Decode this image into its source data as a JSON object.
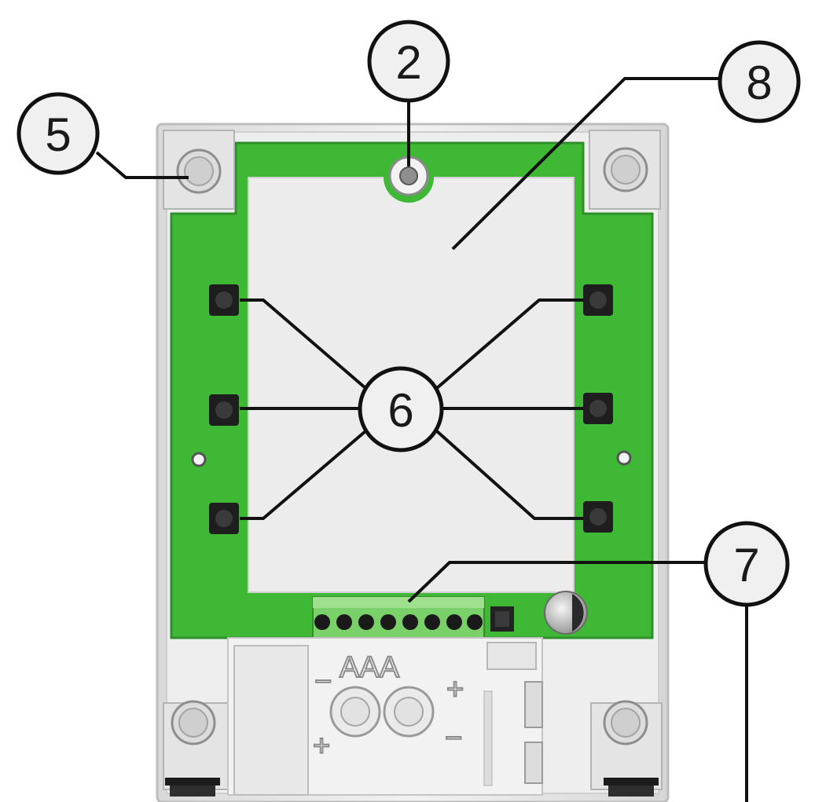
{
  "callouts": {
    "c2": "2",
    "c5": "5",
    "c6": "6",
    "c7": "7",
    "c8": "8"
  },
  "battery": {
    "label": "AAA",
    "plus_symbol": "+",
    "minus_symbol": "−"
  },
  "colors": {
    "pcb": "#3fb935",
    "housing": "#e8e8e8",
    "label_area": "#ececec",
    "leader": "#111111"
  }
}
